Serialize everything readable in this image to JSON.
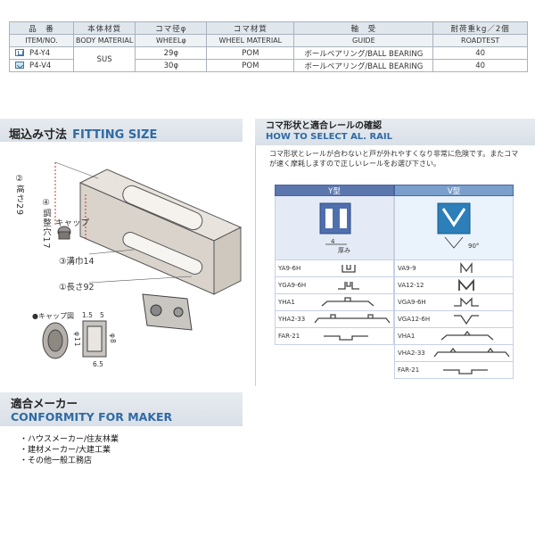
{
  "spec_table": {
    "headers_jp": [
      "品　番",
      "本体材質",
      "コマ径φ",
      "コマ材質",
      "軸　受",
      "耐荷重kg／2個"
    ],
    "headers_en": [
      "ITEM/NO.",
      "BODY MATERIAL",
      "WHEELφ",
      "WHEEL MATERIAL",
      "GUIDE",
      "ROADTEST"
    ],
    "rows": [
      {
        "item": "P4-Y4",
        "swatch": "y",
        "wheel": "29φ",
        "wheel_material": "POM",
        "guide": "ボールベアリング/BALL BEARING",
        "load": "40"
      },
      {
        "item": "P4-V4",
        "swatch": "v",
        "wheel": "30φ",
        "wheel_material": "POM",
        "guide": "ボールベアリング/BALL BEARING",
        "load": "40"
      }
    ],
    "body_material": "SUS"
  },
  "fitting": {
    "title_jp": "堀込み寸法",
    "title_en": "FITTING SIZE",
    "label_height": "②高さ29",
    "label_adjust": "④調整穴17",
    "label_groove": "③溝巾14",
    "label_length": "①長さ92",
    "label_cap": "キャップ",
    "label_cap_diagram": "●キャップ図",
    "dim_15": "1.5",
    "dim_5": "5",
    "dim_11": "φ11",
    "dim_8": "φ8",
    "dim_65": "6.5"
  },
  "rail": {
    "title_jp": "コマ形状と適合レールの確認",
    "title_en": "HOW TO SELECT AL. RAIL",
    "note": "コマ形状とレールが合わないと戸が外れやすくなり非常に危険です。またコマが速く摩耗しますので正しいレールをお選び下さい。",
    "y_header": "Y型",
    "v_header": "V型",
    "y_dim": "4",
    "y_thickness": "厚み",
    "v_angle": "90°",
    "y_rails": [
      "YA9-6H",
      "YGA9-6H",
      "YHA1",
      "YHA2-33",
      "FAR-21"
    ],
    "v_rails": [
      "VA9-9",
      "VA12-12",
      "VGA9-6H",
      "VGA12-6H",
      "VHA1",
      "VHA2-33",
      "FAR-21"
    ]
  },
  "makers": {
    "title_jp": "適合メーカー",
    "title_en": "CONFORMITY FOR MAKER",
    "items": [
      "ハウスメーカー/住友林業",
      "建材メーカー/大建工業",
      "その他一般工務店"
    ]
  },
  "colors": {
    "accent_blue": "#2f6aa5",
    "header_gray": "#dfe6ec",
    "y_type": "#5b77ad",
    "v_type": "#7a9fcc"
  }
}
